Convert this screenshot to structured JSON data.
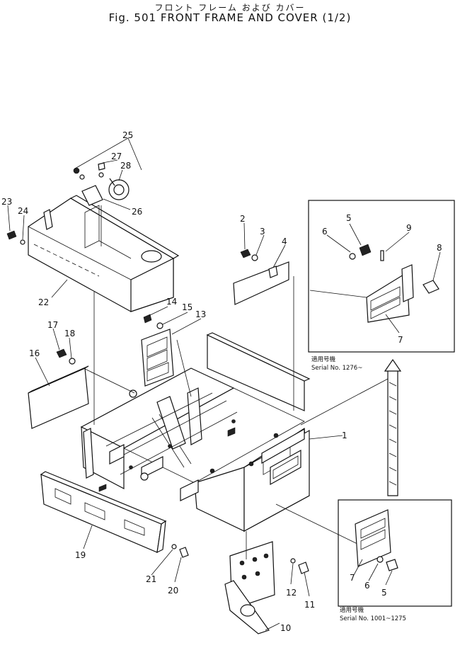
{
  "title": {
    "jp": "フロント フレーム および カバー",
    "en": "Fig. 501  FRONT  FRAME  AND  COVER  (1/2)"
  },
  "callouts": [
    "1",
    "2",
    "3",
    "4",
    "5",
    "6",
    "7",
    "8",
    "9",
    "10",
    "11",
    "12",
    "13",
    "14",
    "15",
    "16",
    "17",
    "18",
    "19",
    "20",
    "21",
    "22",
    "23",
    "24",
    "25",
    "26",
    "27",
    "28"
  ],
  "inset_top": {
    "applicability": "適用号機",
    "serial": "Serial No. 1276~",
    "labels": [
      "5",
      "6",
      "7",
      "8",
      "9"
    ]
  },
  "inset_bottom": {
    "applicability": "適用号機",
    "serial": "Serial No. 1001~1275",
    "labels": [
      "5",
      "6",
      "7"
    ]
  }
}
